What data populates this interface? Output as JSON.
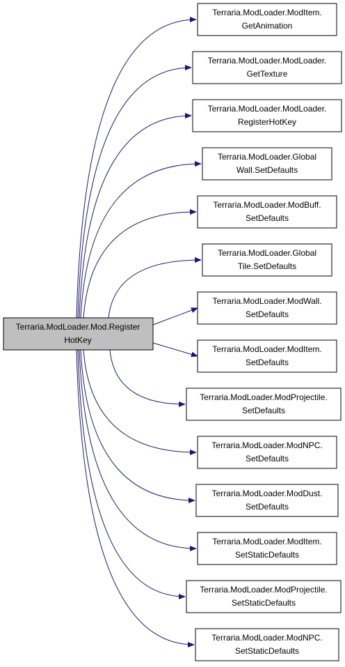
{
  "source": {
    "line1": "Terraria.ModLoader.Mod.Register",
    "line2": "HotKey"
  },
  "targets": [
    {
      "line1": "Terraria.ModLoader.ModItem.",
      "line2": "GetAnimation"
    },
    {
      "line1": "Terraria.ModLoader.ModLoader.",
      "line2": "GetTexture"
    },
    {
      "line1": "Terraria.ModLoader.ModLoader.",
      "line2": "RegisterHotKey"
    },
    {
      "line1": "Terraria.ModLoader.Global",
      "line2": "Wall.SetDefaults"
    },
    {
      "line1": "Terraria.ModLoader.ModBuff.",
      "line2": "SetDefaults"
    },
    {
      "line1": "Terraria.ModLoader.Global",
      "line2": "Tile.SetDefaults"
    },
    {
      "line1": "Terraria.ModLoader.ModWall.",
      "line2": "SetDefaults"
    },
    {
      "line1": "Terraria.ModLoader.ModItem.",
      "line2": "SetDefaults"
    },
    {
      "line1": "Terraria.ModLoader.ModProjectile.",
      "line2": "SetDefaults"
    },
    {
      "line1": "Terraria.ModLoader.ModNPC.",
      "line2": "SetDefaults"
    },
    {
      "line1": "Terraria.ModLoader.ModDust.",
      "line2": "SetDefaults"
    },
    {
      "line1": "Terraria.ModLoader.ModItem.",
      "line2": "SetStaticDefaults"
    },
    {
      "line1": "Terraria.ModLoader.ModProjectile.",
      "line2": "SetStaticDefaults"
    },
    {
      "line1": "Terraria.ModLoader.ModNPC.",
      "line2": "SetStaticDefaults"
    }
  ],
  "colors": {
    "edge": "#191970",
    "source_fill": "#bfbfbf",
    "node_fill": "#ffffff",
    "node_border": "#000000"
  }
}
